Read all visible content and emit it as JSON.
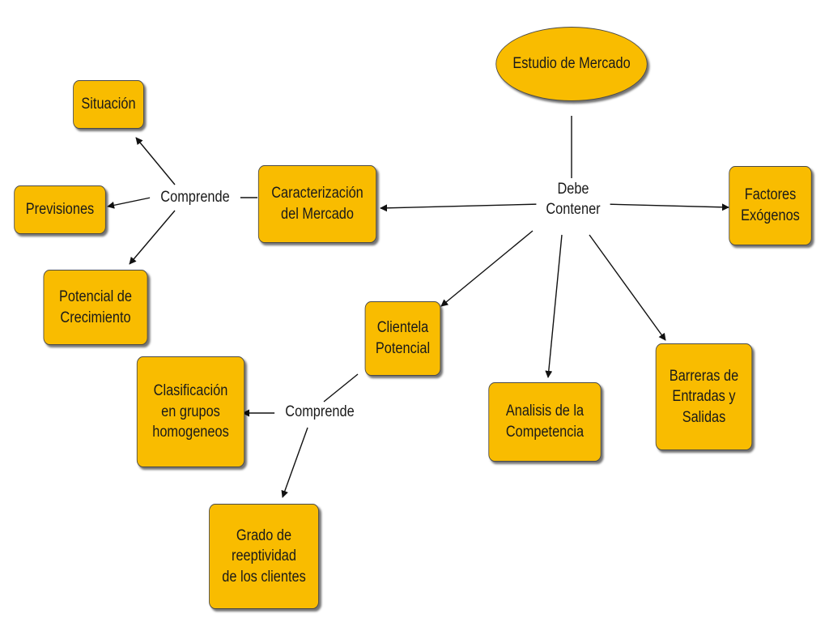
{
  "nodes": {
    "estudio": "Estudio de Mercado",
    "situacion": "Situación",
    "previsiones": "Previsiones",
    "potencial": "Potencial de\nCrecimiento",
    "caracterizacion": "Caracterización\ndel Mercado",
    "factores": "Factores\nExógenos",
    "clientela": "Clientela\nPotencial",
    "clasificacion": "Clasificación\nen grupos\nhomogeneos",
    "grado": "Grado de\nreeptividad\nde los clientes",
    "analisis": "Analisis de la\nCompetencia",
    "barreras": "Barreras de\nEntradas y\nSalidas"
  },
  "links": {
    "debe": "Debe\nContener",
    "comprende_1": "Comprende",
    "comprende_2": "Comprende"
  },
  "colors": {
    "node_fill": "#F9BC00",
    "stroke": "#1a1a1a"
  }
}
